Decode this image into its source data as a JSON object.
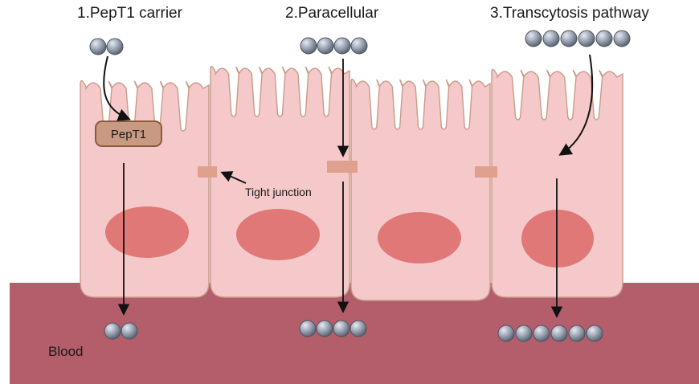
{
  "diagram": {
    "pathways": [
      {
        "label": "1.PepT1 carrier",
        "peptide_units_apical": 2,
        "peptide_units_blood": 2
      },
      {
        "label": "2.Paracellular",
        "peptide_units_apical": 4,
        "peptide_units_blood": 4
      },
      {
        "label": "3.Transcytosis pathway",
        "peptide_units_apical": 6,
        "peptide_units_blood": 6
      }
    ],
    "transporter_label": "PepT1",
    "junction_label": "Tight junction",
    "compartment_label": "Blood",
    "colors": {
      "cell_fill": "#f5c9c9",
      "cell_stroke": "#c89b8a",
      "nucleus": "#e07878",
      "blood": "#b35e6a",
      "junction": "#e0a08e",
      "transporter_fill": "#c99a82",
      "transporter_stroke": "#8a5a3e",
      "peptide": "#9aa3b2",
      "arrow": "#111111"
    }
  }
}
